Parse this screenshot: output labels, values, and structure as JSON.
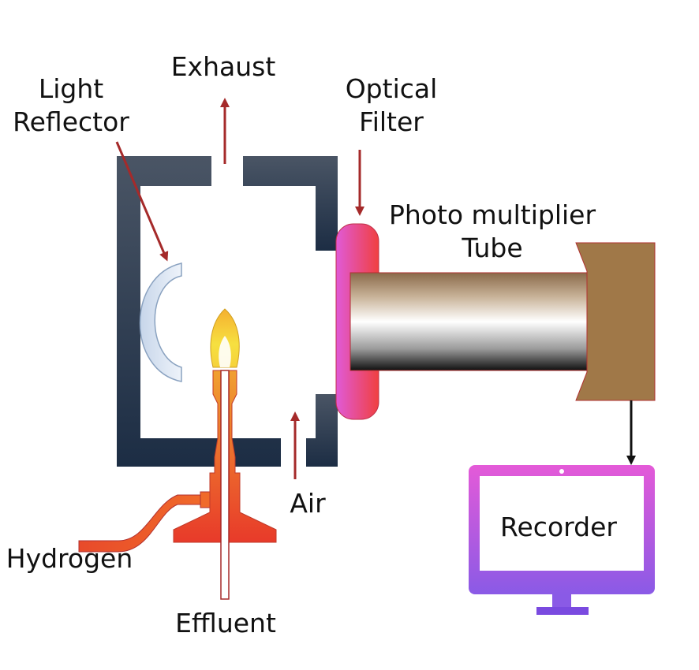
{
  "labels": {
    "light_reflector": [
      "Light",
      "Reflector"
    ],
    "exhaust": "Exhaust",
    "optical_filter": [
      "Optical",
      "Filter"
    ],
    "photo_multiplier_tube": [
      "Photo multiplier",
      "Tube"
    ],
    "air": "Air",
    "hydrogen": "Hydrogen",
    "effluent": "Effluent",
    "recorder": "Recorder"
  },
  "colors": {
    "chamber_top": "#4a5565",
    "chamber_bottom": "#1c2d44",
    "arrow": "#a52a2a",
    "reflector_fill": "#d7e1ef",
    "filter_left": "#e05ad8",
    "filter_right": "#f04040",
    "pmt_base": "#a07848",
    "monitor_top": "#e45ad8",
    "monitor_bottom": "#8a5ae6",
    "flame_outer": "#f6d23a",
    "burner_top": "#f0a030",
    "burner_bottom": "#e83a2a"
  }
}
